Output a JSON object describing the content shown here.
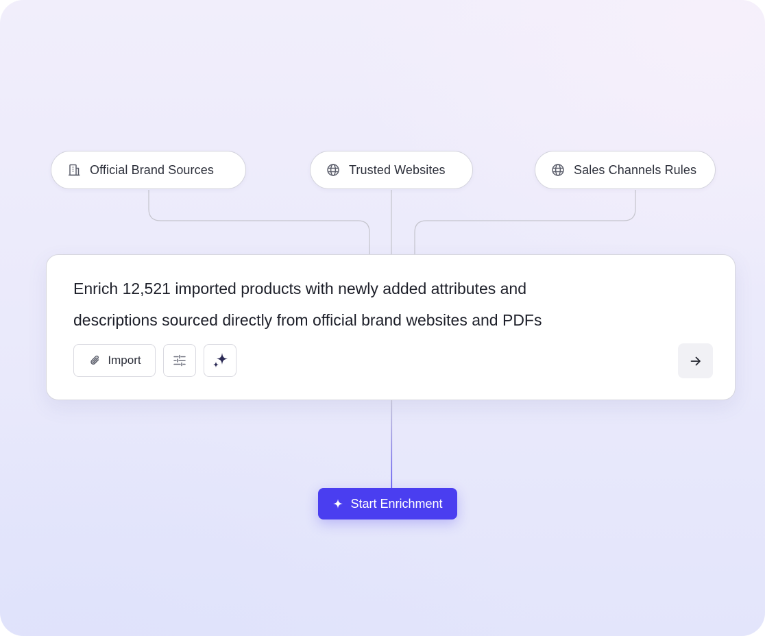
{
  "sources": [
    {
      "label": "Official Brand Sources",
      "icon": "building-icon"
    },
    {
      "label": "Trusted Websites",
      "icon": "globe-icon"
    },
    {
      "label": "Sales Channels Rules",
      "icon": "globe-icon"
    }
  ],
  "prompt": {
    "line1": "Enrich 12,521 imported products with newly added attributes and",
    "line2": "descriptions sourced directly from official brand websites and PDFs"
  },
  "toolbar": {
    "import_label": "Import",
    "import_icon": "paperclip-icon",
    "settings_icon": "sliders-icon",
    "sparkle_icon": "sparkle-icon",
    "send_icon": "arrow-right-icon"
  },
  "action": {
    "start_label": "Start Enrichment",
    "start_icon": "plus-sparkle-icon"
  },
  "colors": {
    "accent": "#4a3ef0",
    "connector": "#c4c4cc",
    "text": "#1d1f29"
  }
}
